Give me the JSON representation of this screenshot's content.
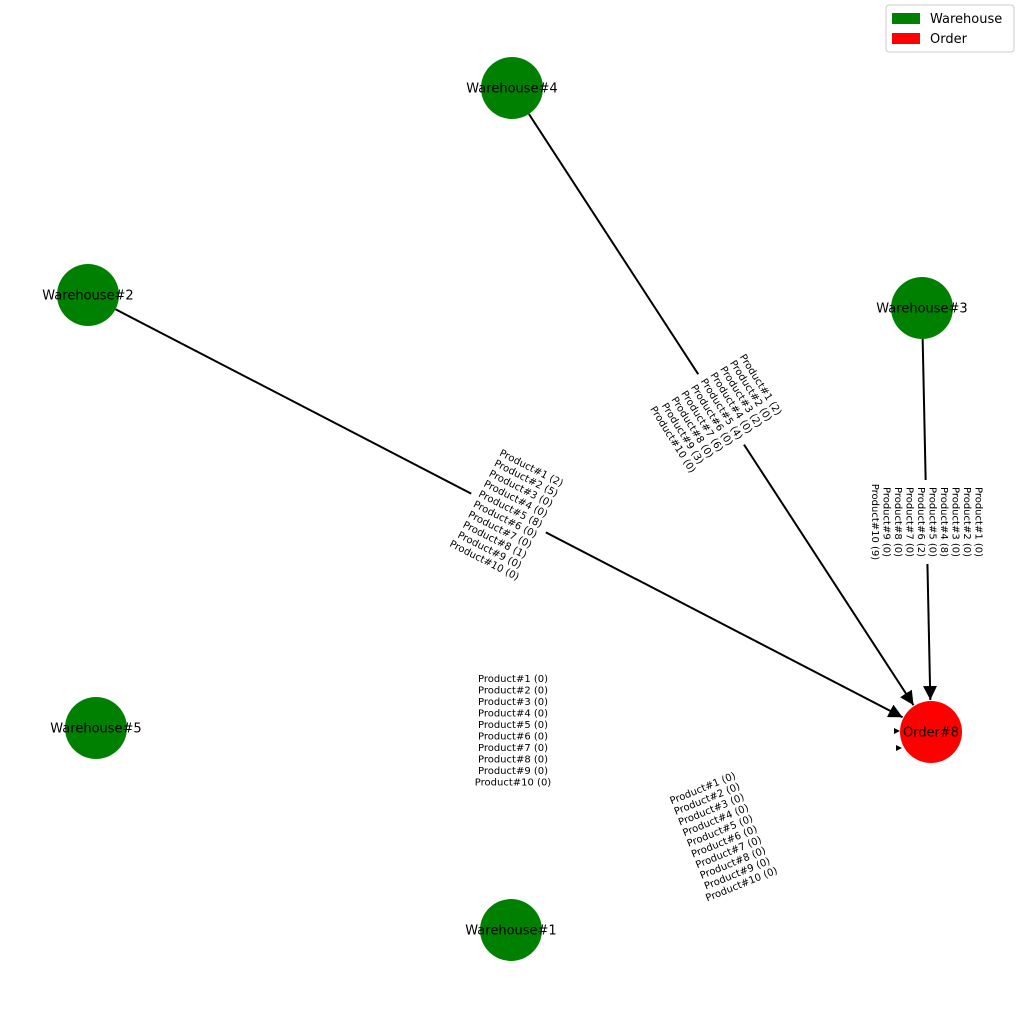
{
  "legend": [
    {
      "label": "Warehouse",
      "color": "#008000"
    },
    {
      "label": "Order",
      "color": "#ff0000"
    }
  ],
  "nodes": [
    {
      "id": "warehouse-4",
      "label": "Warehouse#4",
      "kind": "warehouse",
      "color": "#008000"
    },
    {
      "id": "warehouse-2",
      "label": "Warehouse#2",
      "kind": "warehouse",
      "color": "#008000"
    },
    {
      "id": "warehouse-3",
      "label": "Warehouse#3",
      "kind": "warehouse",
      "color": "#008000"
    },
    {
      "id": "warehouse-5",
      "label": "Warehouse#5",
      "kind": "warehouse",
      "color": "#008000"
    },
    {
      "id": "warehouse-1",
      "label": "Warehouse#1",
      "kind": "warehouse",
      "color": "#008000"
    },
    {
      "id": "order-8",
      "label": "Order#8",
      "kind": "order",
      "color": "#ff0000"
    }
  ],
  "edges": [
    {
      "id": "edge-w4",
      "from": "warehouse-4",
      "to": "order-8",
      "lines": [
        "Product#1 (2)",
        "Product#2 (0)",
        "Product#3 (2)",
        "Product#4 (0)",
        "Product#5 (4)",
        "Product#6 (0)",
        "Product#7 (6)",
        "Product#8 (0)",
        "Product#9 (3)",
        "Product#10 (0)"
      ]
    },
    {
      "id": "edge-w2",
      "from": "warehouse-2",
      "to": "order-8",
      "lines": [
        "Product#1 (2)",
        "Product#2 (5)",
        "Product#3 (0)",
        "Product#4 (0)",
        "Product#5 (8)",
        "Product#6 (0)",
        "Product#7 (0)",
        "Product#8 (1)",
        "Product#9 (0)",
        "Product#10 (0)"
      ]
    },
    {
      "id": "edge-w3",
      "from": "warehouse-3",
      "to": "order-8",
      "lines": [
        "Product#1 (0)",
        "Product#2 (0)",
        "Product#3 (0)",
        "Product#4 (8)",
        "Product#5 (0)",
        "Product#6 (2)",
        "Product#7 (0)",
        "Product#8 (0)",
        "Product#9 (0)",
        "Product#10 (9)"
      ]
    },
    {
      "id": "edge-w5",
      "from": "warehouse-5",
      "to": "order-8",
      "lines": [
        "Product#1 (0)",
        "Product#2 (0)",
        "Product#3 (0)",
        "Product#4 (0)",
        "Product#5 (0)",
        "Product#6 (0)",
        "Product#7 (0)",
        "Product#8 (0)",
        "Product#9 (0)",
        "Product#10 (0)"
      ]
    },
    {
      "id": "edge-w1",
      "from": "warehouse-1",
      "to": "order-8",
      "lines": [
        "Product#1 (0)",
        "Product#2 (0)",
        "Product#3 (0)",
        "Product#4 (0)",
        "Product#5 (0)",
        "Product#6 (0)",
        "Product#7 (0)",
        "Product#8 (0)",
        "Product#9 (0)",
        "Product#10 (0)"
      ]
    }
  ]
}
